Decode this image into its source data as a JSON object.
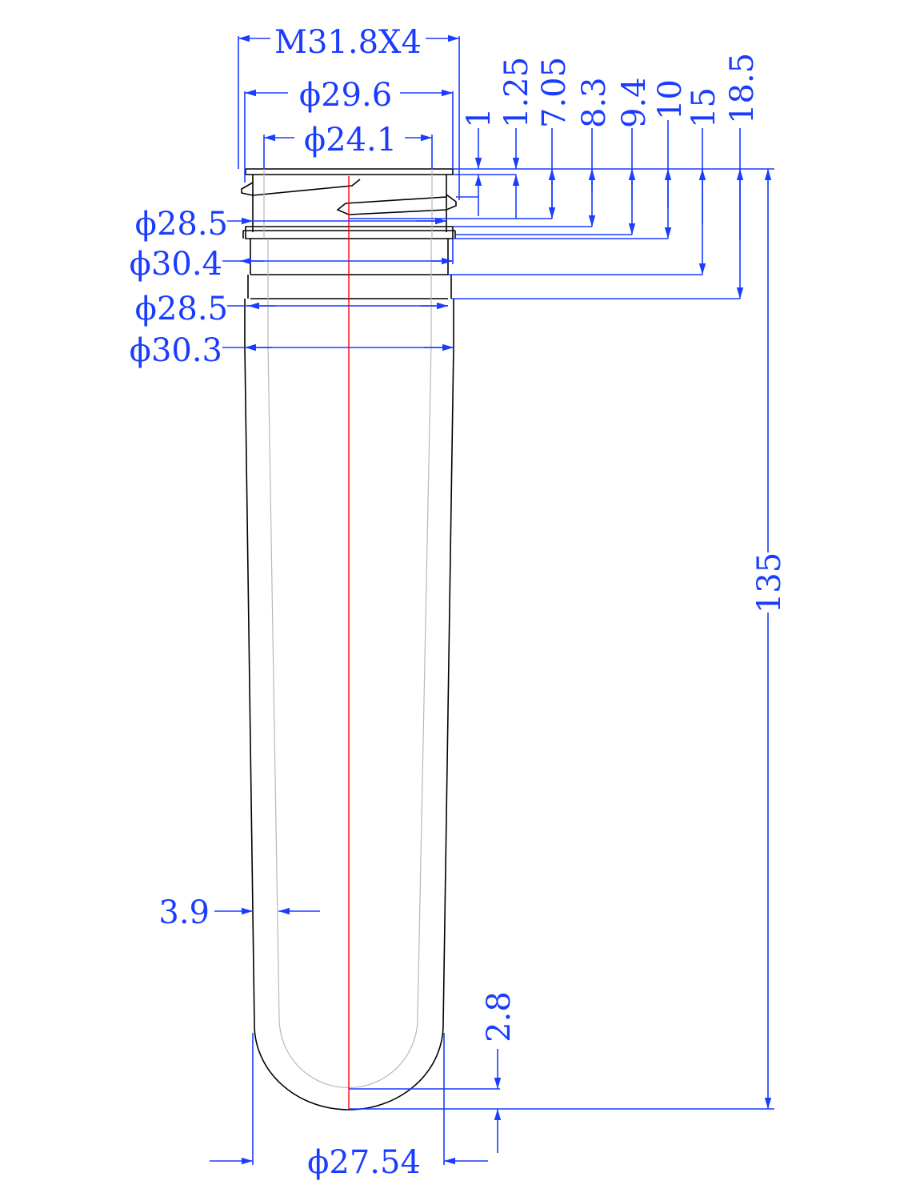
{
  "colors": {
    "dimension": "#1a3cff",
    "outline": "#000000",
    "inner_wall": "#b8b8b8",
    "centerline": "#ff0000"
  },
  "top_dimensions": {
    "thread": "M31.8X4",
    "outer_thread_dia": "ϕ29.6",
    "bore_dia": "ϕ24.1"
  },
  "left_dimensions": {
    "d1": "ϕ28.5",
    "d2": "ϕ30.4",
    "d3": "ϕ28.5",
    "d4": "ϕ30.3"
  },
  "height_dimensions": [
    "1",
    "1.25",
    "7.05",
    "8.3",
    "9.4",
    "10",
    "15",
    "18.5"
  ],
  "overall_length": "135",
  "wall_thickness": "3.9",
  "bottom_thickness": "2.8",
  "bottom_dia": "ϕ27.54"
}
